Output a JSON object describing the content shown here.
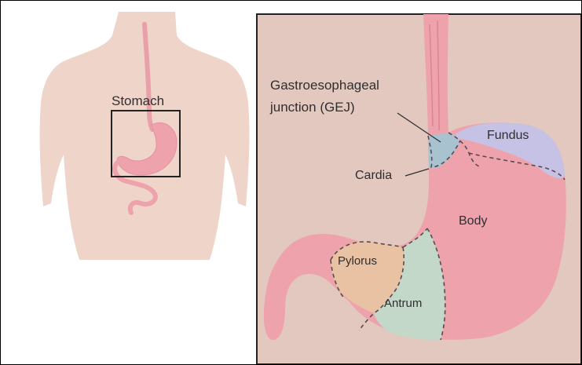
{
  "left_panel": {
    "label": "Stomach"
  },
  "right_panel": {
    "labels": {
      "gej_line1": "Gastroesophageal",
      "gej_line2": "junction (GEJ)",
      "cardia": "Cardia",
      "fundus": "Fundus",
      "body": "Body",
      "pylorus": "Pylorus",
      "antrum": "Antrum"
    },
    "region_colors": {
      "background": "#e2c8bf",
      "stomach_body": "#eea3ac",
      "fundus": "#c5c2e5",
      "cardia": "#a8c3cf",
      "pylorus": "#e8c2a3",
      "antrum": "#c3d8c8"
    }
  },
  "torso_color": "#efd4c9"
}
